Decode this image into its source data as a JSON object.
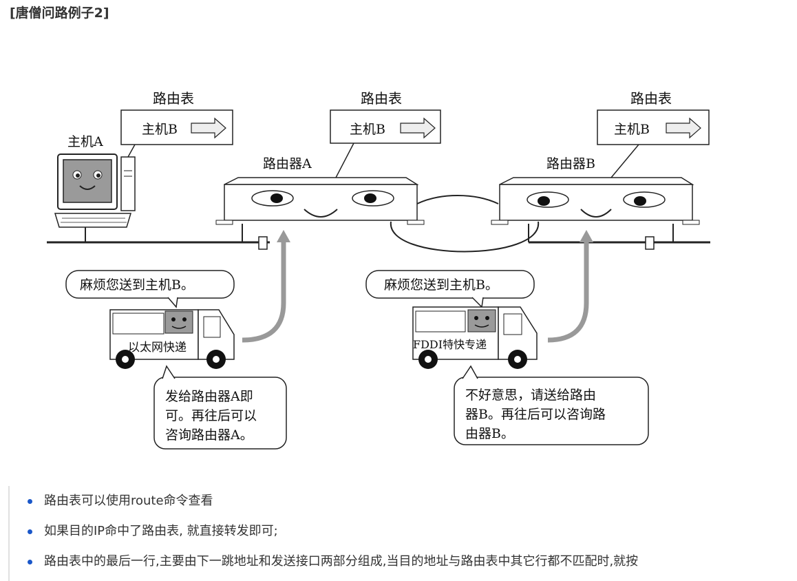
{
  "title": "[唐僧问路例子2]",
  "diagram": {
    "routing_table_label": "路由表",
    "table_entry": "主机B",
    "host_a_label": "主机A",
    "router_a_label": "路由器A",
    "router_b_label": "路由器B",
    "speech_request": "麻烦您送到主机B。",
    "truck_ethernet": "以太网快递",
    "truck_fddi": "FDDI特快专递",
    "reply_a": [
      "发给路由器A即",
      "可。再往后可以",
      "咨询路由器A。"
    ],
    "reply_b": [
      "不好意思，请送给路由",
      "器B。再往后可以咨询路",
      "由器B。"
    ]
  },
  "bullets": [
    "路由表可以使用route命令查看",
    "如果目的IP命中了路由表, 就直接转发即可;",
    "路由表中的最后一行,主要由下一跳地址和发送接口两部分组成,当目的地址与路由表中其它行都不匹配时,就按"
  ],
  "colors": {
    "bullet": "#1a57c9",
    "screen": "#9a9a9a"
  }
}
